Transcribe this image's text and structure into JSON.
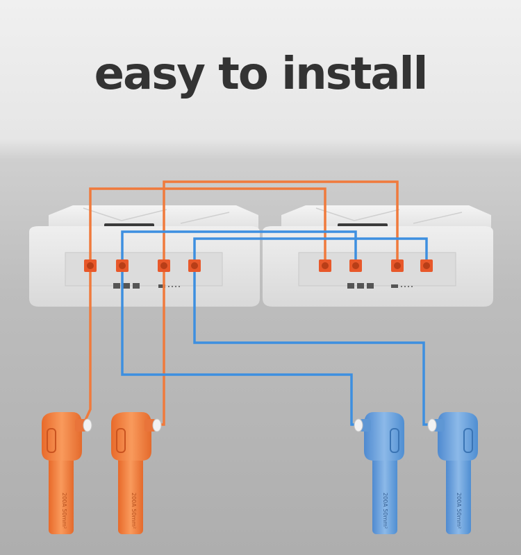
{
  "headline": "easy to install",
  "colors": {
    "positive_wire": "#f07a3c",
    "negative_wire": "#3d8fe0",
    "orange_connector": "#f3823f",
    "blue_connector": "#6ea4dc",
    "battery_body": "#e9e9e9",
    "terminal": "#e8582a"
  },
  "connector_rating_labels": [
    "200A 50mm²",
    "200A 50mm²",
    "200A 50mm²",
    "200A 50mm²"
  ]
}
